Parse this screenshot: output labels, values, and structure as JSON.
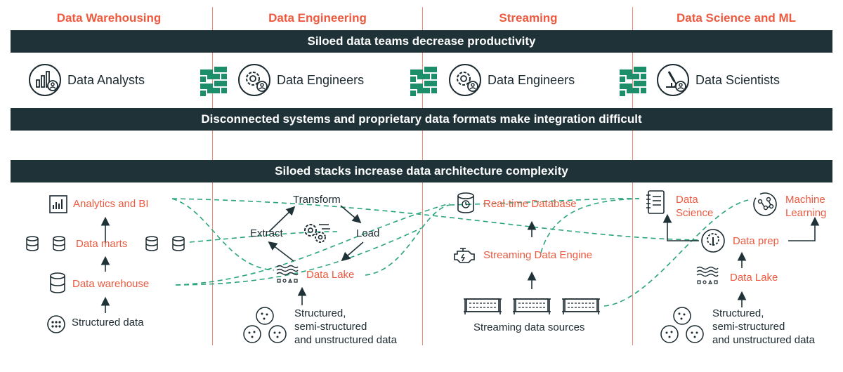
{
  "columns": [
    {
      "title": "Data Warehousing"
    },
    {
      "title": "Data Engineering"
    },
    {
      "title": "Streaming"
    },
    {
      "title": "Data Science and ML"
    }
  ],
  "banners": {
    "top": "Siloed data teams decrease productivity",
    "middle": "Disconnected systems and proprietary data formats make integration difficult",
    "bottom": "Siloed stacks increase data architecture complexity"
  },
  "teams": [
    {
      "label": "Data Analysts",
      "icon": "analytics-person-icon"
    },
    {
      "label": "Data Engineers",
      "icon": "gear-person-icon"
    },
    {
      "label": "Data Engineers",
      "icon": "gear-person-icon"
    },
    {
      "label": "Data Scientists",
      "icon": "microscope-person-icon"
    }
  ],
  "warehousing": {
    "analytics": "Analytics and BI",
    "marts": "Data marts",
    "warehouse": "Data warehouse",
    "structured": "Structured data"
  },
  "engineering": {
    "transform": "Transform",
    "extract": "Extract",
    "load": "Load",
    "lake": "Data Lake",
    "sources_l1": "Structured,",
    "sources_l2": "semi-structured",
    "sources_l3": "and unstructured data"
  },
  "streaming": {
    "rtdb": "Real-time Database",
    "engine": "Streaming Data Engine",
    "sources": "Streaming data sources"
  },
  "science": {
    "ds_l1": "Data",
    "ds_l2": "Science",
    "ml_l1": "Machine",
    "ml_l2": "Learning",
    "prep": "Data prep",
    "lake": "Data Lake",
    "sources_l1": "Structured,",
    "sources_l2": "semi-structured",
    "sources_l3": "and unstructured data"
  },
  "colors": {
    "accent": "#ec5a3f",
    "dark": "#1f3237",
    "firewall": "#1c8f6a",
    "dashed": "#2aa57a"
  }
}
